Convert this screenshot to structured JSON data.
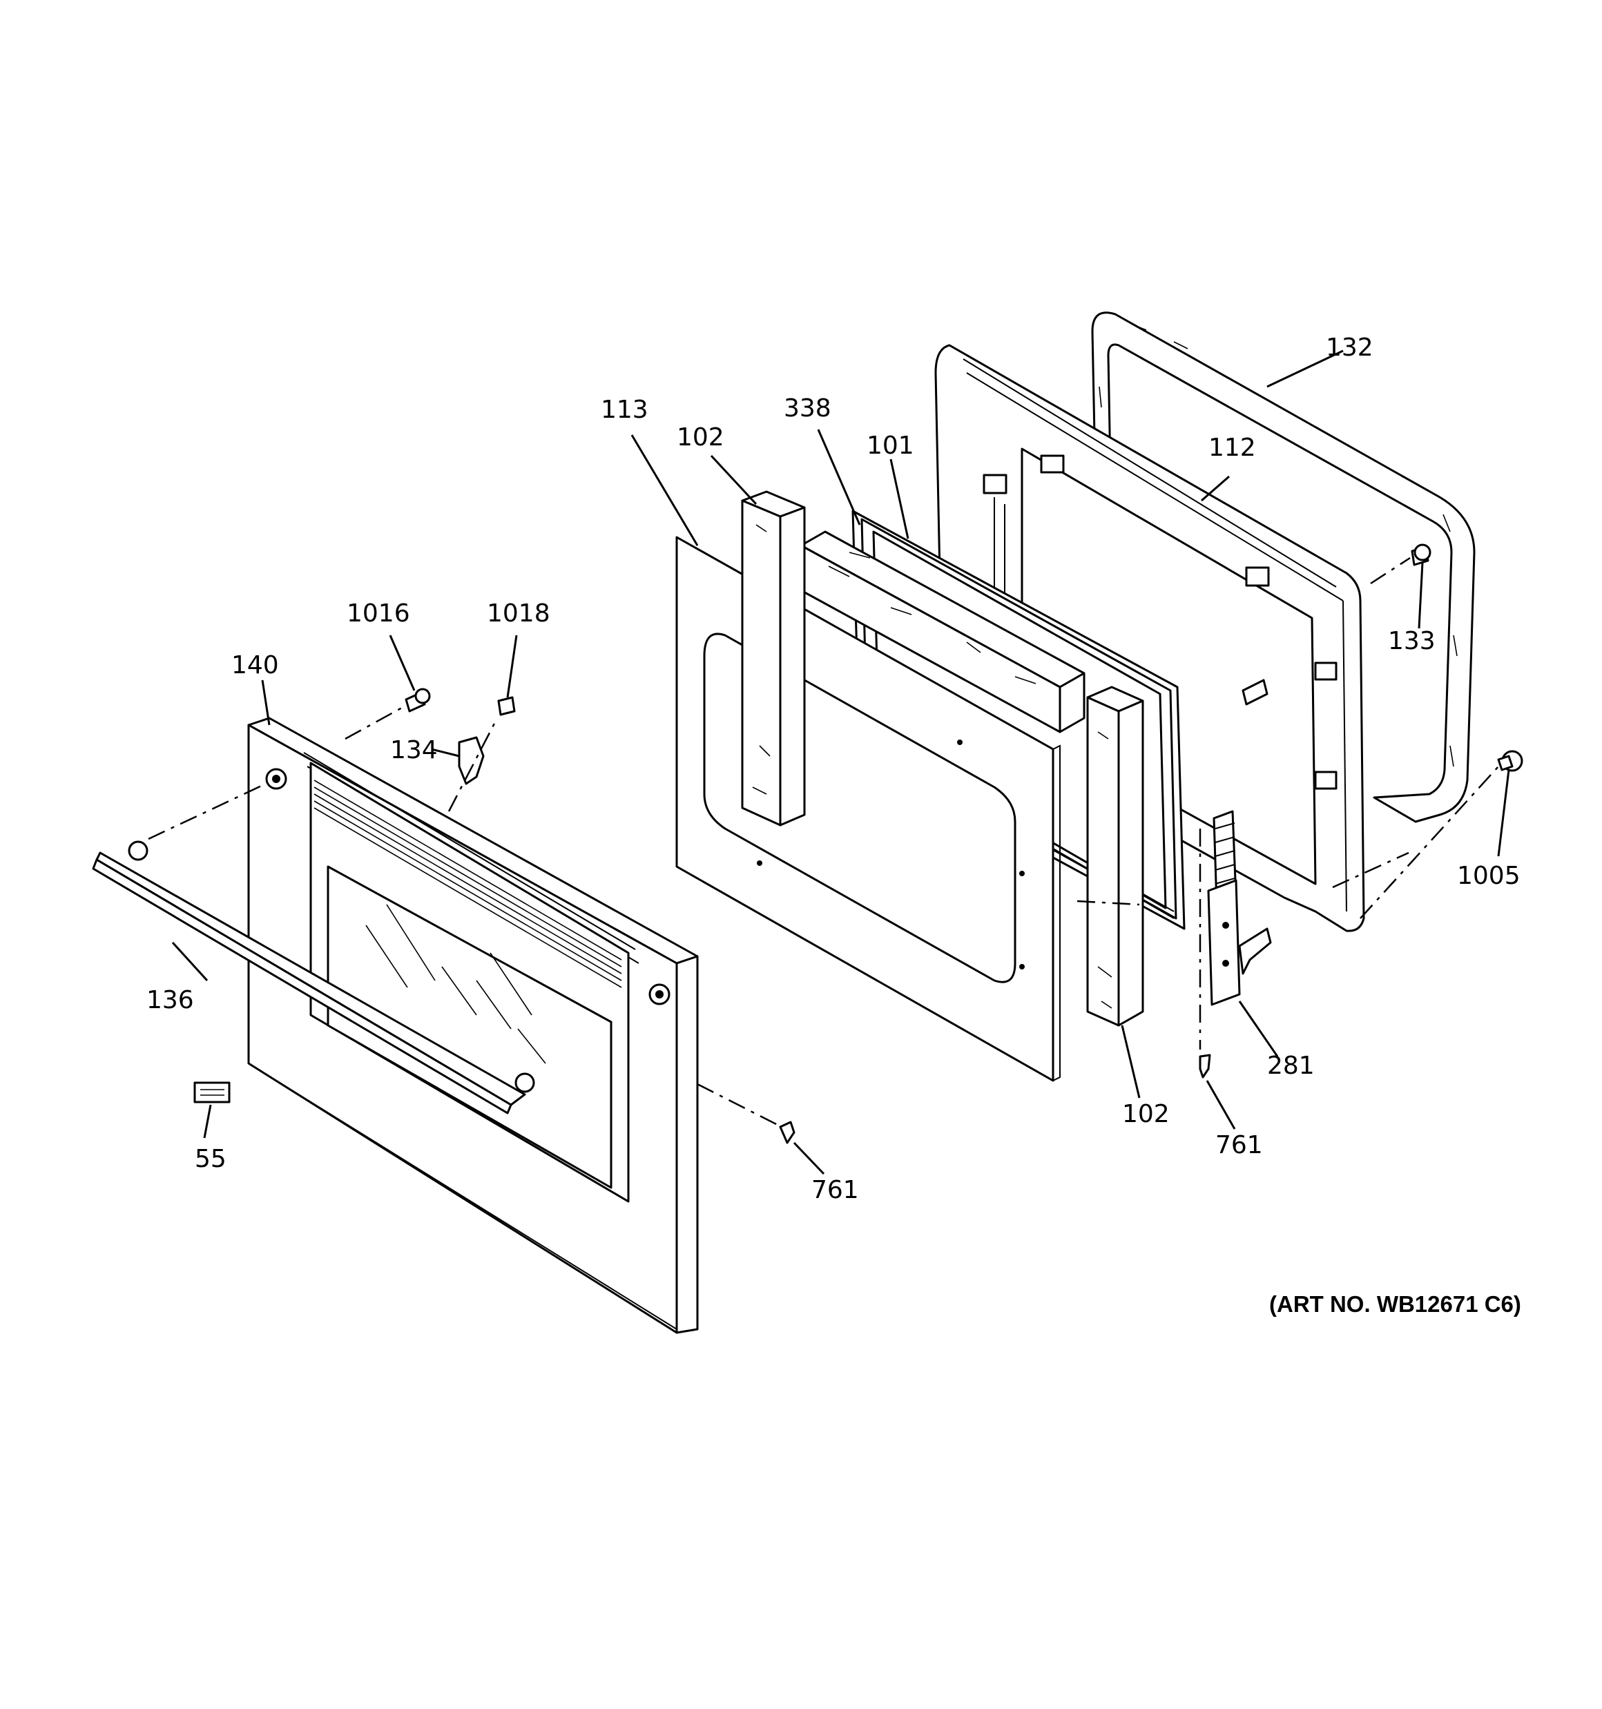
{
  "diagram": {
    "art_number": "(ART NO. WB12671 C6)",
    "callouts": {
      "c132": "132",
      "c112": "112",
      "c113": "113",
      "c102_top": "102",
      "c338": "338",
      "c101": "101",
      "c133": "133",
      "c1016": "1016",
      "c1018": "1018",
      "c140": "140",
      "c134": "134",
      "c1005": "1005",
      "c136": "136",
      "c281": "281",
      "c102_bottom": "102",
      "c761_right": "761",
      "c55": "55",
      "c761_left": "761"
    }
  }
}
